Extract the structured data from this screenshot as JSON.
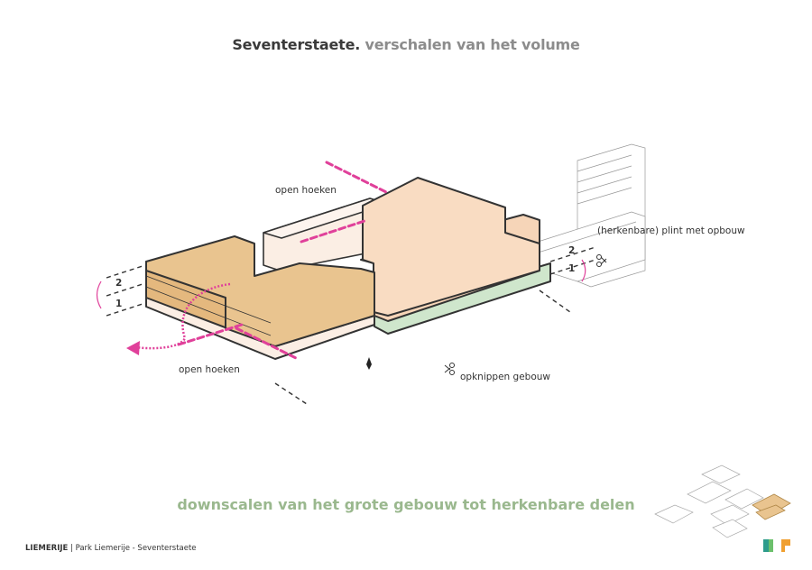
{
  "title": {
    "bold": "Seventerstaete.",
    "light": "verschalen van het volume"
  },
  "labels": {
    "open_hoeken_top": "open hoeken",
    "open_hoeken_bottom": "open hoeken",
    "plint": "(herkenbare) plint met opbouw",
    "opknippen": "opknippen gebouw",
    "left_2": "2",
    "left_1": "1",
    "right_2": "2",
    "right_1": "1"
  },
  "subtitle": "downscalen van het grote gebouw tot herkenbare delen",
  "footer": {
    "brand": "LIEMERIJE",
    "separator": "|",
    "text": "Park Liemerije - Seventerstaete"
  },
  "colors": {
    "accent_magenta": "#e0409a",
    "volume_dark": "#e9c48f",
    "volume_light": "#f9dcc2",
    "plinth_green": "#cfe6cc",
    "subtitle_green": "#9ab88e"
  },
  "icons": [
    "scissors-icon",
    "scissors-icon",
    "north-arrow-icon",
    "logo-icon"
  ]
}
